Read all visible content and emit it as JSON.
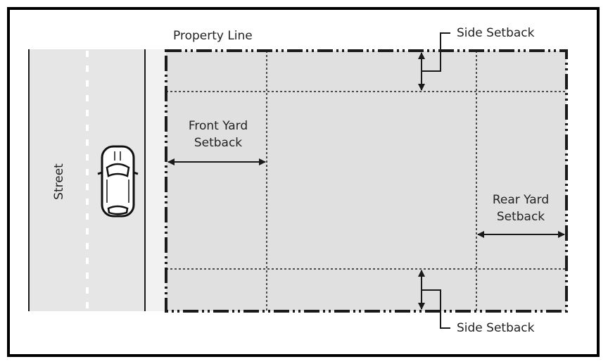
{
  "labels": {
    "property_line": "Property Line",
    "side_setback_top": "Side Setback",
    "side_setback_bottom": "Side Setback",
    "front_yard_line1": "Front Yard",
    "front_yard_line2": "Setback",
    "rear_yard_line1": "Rear Yard",
    "rear_yard_line2": "Setback",
    "street": "Street"
  },
  "colors": {
    "lot_fill": "#e0e0e0",
    "street_fill": "#e6e6e6",
    "sidewalk_fill": "#f2f2f2",
    "line": "#1a1a1a"
  }
}
